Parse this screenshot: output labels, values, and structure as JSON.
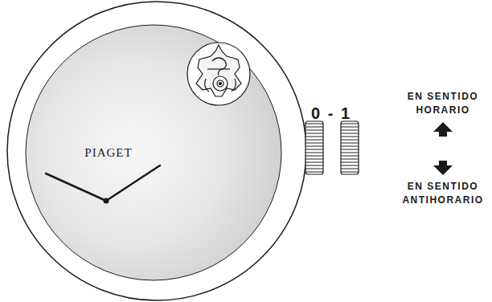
{
  "diagram": {
    "labels": [
      "PIAGET",
      "0 - 1",
      "EN SENTIDO HORARIO",
      "EN SENTIDO ANTIHORARIO"
    ]
  }
}
